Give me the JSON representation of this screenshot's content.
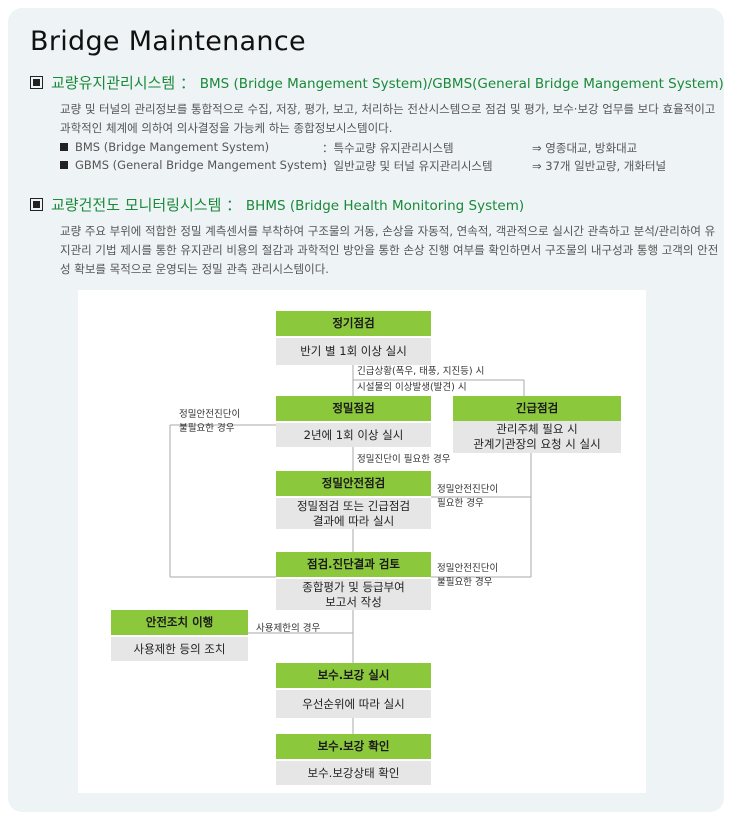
{
  "page_title": "Bridge Maintenance",
  "bms": {
    "heading": "교량유지관리시스템 ：",
    "heading_sub": "BMS (Bridge Mangement System)/GBMS(General Bridge Mangement System)",
    "description": "교량 및 터널의 관리정보를 통합적으로 수집, 저장, 평가, 보고, 처리하는 전산시스템으로 점검 및 평가, 보수·보강 업무를 보다 효율적이고 과학적인 체계에 의하여 의사결정을 가능케 하는 종합정보시스템이다.",
    "items": [
      {
        "name": "BMS (Bridge Mangement System)",
        "target": "：특수교량 유지관리시스템",
        "result": "⇒ 영종대교, 방화대교"
      },
      {
        "name": "GBMS (General Bridge Mangement System)",
        "target": "：일반교량 및 터널 유지관리시스템",
        "result": "⇒ 37개 일반교량, 개화터널"
      }
    ]
  },
  "bhms": {
    "heading": "교량건전도 모니터링시스템 ：",
    "heading_sub": "BHMS (Bridge Health Monitoring System)",
    "description": "교량 주요 부위에 적합한 정밀 계측센서를 부착하여 구조물의 거동, 손상을 자동적, 연속적, 객관적으로 실시간 관측하고 분석/관리하여 유지관리 기법 제시를 통한 유지관리 비용의 절감과 과학적인 방안을 통한 손상 진행 여부를 확인하면서 구조물의 내구성과 통행 고객의 안전성 확보를 목적으로 운영되는 정밀 관측 관리시스템이다."
  },
  "flow": {
    "regular": {
      "title": "정기점검",
      "desc": "반기 별 1회 이상 실시"
    },
    "precise": {
      "title": "정밀점검",
      "desc": "2년에 1회 이상 실시"
    },
    "emergency": {
      "title": "긴급점검",
      "desc": "관리주체 필요 시\n관계기관장의 요청 시 실시"
    },
    "safety_diag": {
      "title": "정밀안전점검",
      "desc": "정밀점검 또는 긴급점검\n결과에 따라 실시"
    },
    "review": {
      "title": "점검.진단결과 검토",
      "desc": "종합평가 및 등급부여\n보고서 작성"
    },
    "safety_action": {
      "title": "안전조치 이행",
      "desc": "사용제한 등의 조치"
    },
    "repair": {
      "title": "보수.보강 실시",
      "desc": "우선순위에 따라 실시"
    },
    "confirm": {
      "title": "보수.보강 확인",
      "desc": "보수.보강상태 확인"
    },
    "labels": {
      "emergency_cond1": "긴급상황(폭우, 태풍, 지진등) 시",
      "emergency_cond2": "시설물의 이상발생(발견) 시",
      "diag_unneeded_left": "정밀안전진단이\n불필요한 경우",
      "diag_needed_mid": "정밀진단이 필요한 경우",
      "diag_needed_right": "정밀안전진단이\n필요한 경우",
      "diag_unneeded_right": "정밀안전진단이\n불필요한 경우",
      "use_restrict": "사용제한의 경우"
    }
  }
}
